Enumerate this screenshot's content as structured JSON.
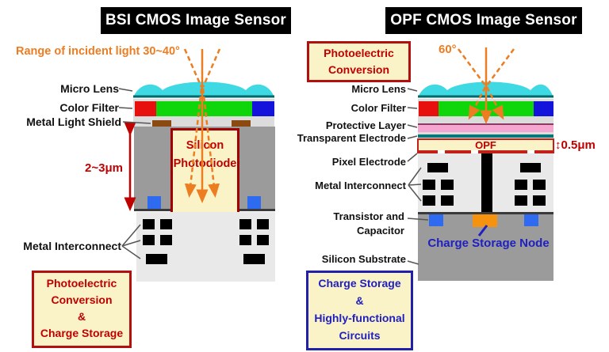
{
  "left": {
    "title": "BSI CMOS Image Sensor",
    "incident_light_label": "Range of incident light 30~40°",
    "layer_labels": {
      "micro_lens": "Micro Lens",
      "color_filter": "Color Filter",
      "metal_light_shield": "Metal Light Shield",
      "metal_interconnect": "Metal Interconnect"
    },
    "depth_label": "2~3μm",
    "photodiode": {
      "line1": "Silicon",
      "line2": "Photodiode"
    },
    "bottom_box_lines": [
      "Photoelectric",
      "Conversion",
      "&",
      "Charge Storage"
    ]
  },
  "right": {
    "title": "OPF CMOS Image Sensor",
    "top_box_lines": [
      "Photoelectric",
      "Conversion"
    ],
    "incident_angle_label": "60°",
    "layer_labels": {
      "micro_lens": "Micro Lens",
      "color_filter": "Color Filter",
      "protective_layer": "Protective Layer",
      "transparent_electrode": "Transparent Electrode",
      "pixel_electrode": "Pixel Electrode",
      "metal_interconnect": "Metal Interconnect",
      "transistor_line1": "Transistor and",
      "transistor_line2": "Capacitor",
      "silicon_substrate": "Silicon Substrate"
    },
    "opf_label": "OPF",
    "opf_thickness": {
      "arrow": "↕",
      "value": "0.5μm"
    },
    "charge_storage_node_label": "Charge Storage Node",
    "bottom_box_lines": [
      "Charge Storage",
      "&",
      "Highly-functional",
      "Circuits"
    ]
  },
  "colors": {
    "accent_orange": "#ED7D21",
    "accent_red": "#C00000",
    "accent_blue": "#2020C0",
    "cream": "#FBF3C8",
    "lens_cyan": "#3FD9E4",
    "filter_red": "#E80F0F",
    "filter_green": "#0ED60A",
    "filter_blue": "#1313DC",
    "substrate_gray": "#9B9B9B",
    "interconnect_gray": "#E9E9E9",
    "shield_brown": "#8B4A12",
    "node_orange": "#F59311",
    "contact_blue": "#2E6BF0",
    "protective_pink": "#F4A6D0"
  }
}
